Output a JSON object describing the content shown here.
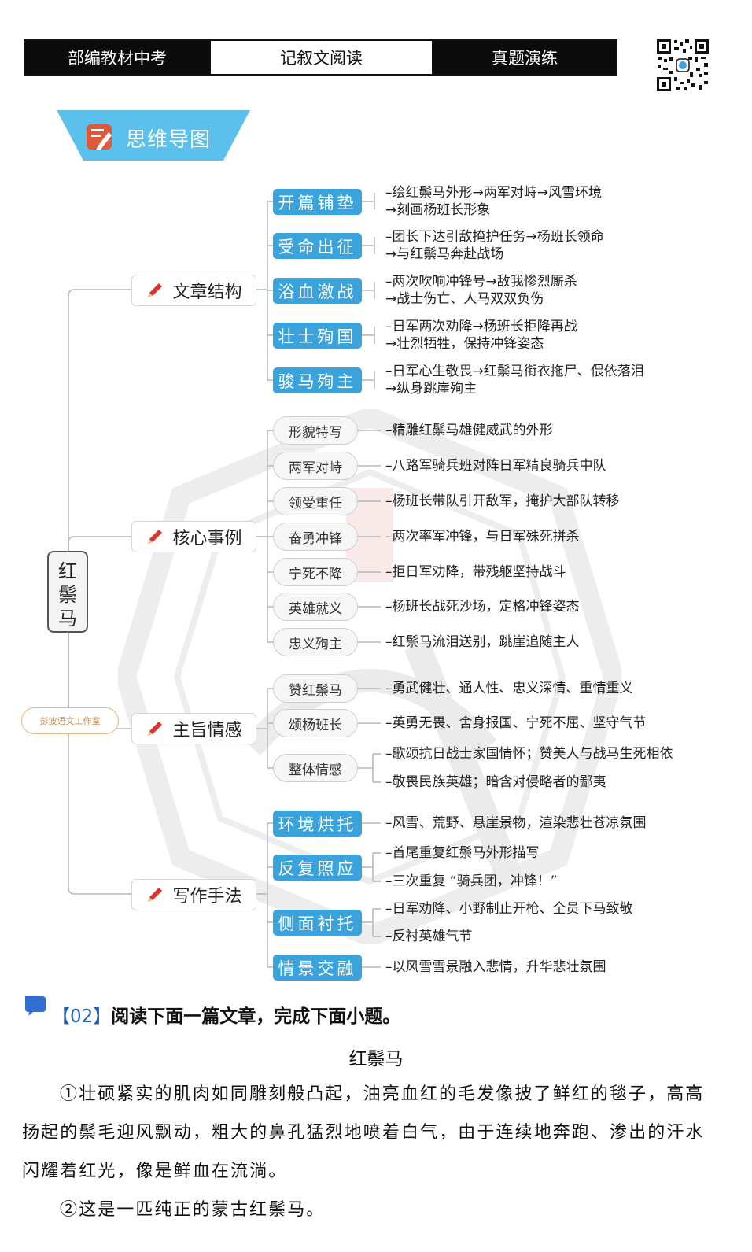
{
  "header": {
    "left": "部编教材中考",
    "middle": "记叙文阅读",
    "right": "真题演练"
  },
  "banner": "思维导图",
  "root": "红鬃马",
  "studio": "彭波语文工作室",
  "sections": [
    {
      "title": "文章结构",
      "style": "blue",
      "items": [
        {
          "label": "开篇铺垫",
          "lines": [
            "–绘红鬃马外形→两军对峙→风雪环境",
            "→刻画杨班长形象"
          ]
        },
        {
          "label": "受命出征",
          "lines": [
            "–团长下达引敌掩护任务→杨班长领命",
            "→与红鬃马奔赴战场"
          ]
        },
        {
          "label": "浴血激战",
          "lines": [
            "–两次吹响冲锋号→敌我惨烈厮杀",
            "→战士伤亡、人马双双负伤"
          ]
        },
        {
          "label": "壮士殉国",
          "lines": [
            "–日军两次劝降→杨班长拒降再战",
            "→壮烈牺牲，保持冲锋姿态"
          ]
        },
        {
          "label": "骏马殉主",
          "lines": [
            "–日军心生敬畏→红鬃马衔衣拖尸、偎依落泪",
            "→纵身跳崖殉主"
          ]
        }
      ]
    },
    {
      "title": "核心事例",
      "style": "round",
      "items": [
        {
          "label": "形貌特写",
          "lines": [
            "–精雕红鬃马雄健威武的外形"
          ]
        },
        {
          "label": "两军对峙",
          "lines": [
            "–八路军骑兵班对阵日军精良骑兵中队"
          ]
        },
        {
          "label": "领受重任",
          "lines": [
            "–杨班长带队引开敌军，掩护大部队转移"
          ]
        },
        {
          "label": "奋勇冲锋",
          "lines": [
            "–两次率军冲锋，与日军殊死拼杀"
          ]
        },
        {
          "label": "宁死不降",
          "lines": [
            "–拒日军劝降，带残躯坚持战斗"
          ]
        },
        {
          "label": "英雄就义",
          "lines": [
            "–杨班长战死沙场，定格冲锋姿态"
          ]
        },
        {
          "label": "忠义殉主",
          "lines": [
            "–红鬃马流泪送别，跳崖追随主人"
          ]
        }
      ]
    },
    {
      "title": "主旨情感",
      "style": "round",
      "items": [
        {
          "label": "赞红鬃马",
          "lines": [
            "–勇武健壮、通人性、忠义深情、重情重义"
          ]
        },
        {
          "label": "颂杨班长",
          "lines": [
            "–英勇无畏、舍身报国、宁死不屈、坚守气节"
          ]
        },
        {
          "label": "整体情感",
          "lines": [
            "–歌颂抗日战士家国情怀；赞美人与战马生死相依",
            "–敬畏民族英雄；暗含对侵略者的鄙夷"
          ]
        }
      ]
    },
    {
      "title": "写作手法",
      "style": "blue",
      "items": [
        {
          "label": "环境烘托",
          "lines": [
            "–风雪、荒野、悬崖景物，渲染悲壮苍凉氛围"
          ]
        },
        {
          "label": "反复照应",
          "lines": [
            "–首尾重复红鬃马外形描写",
            "–三次重复 “骑兵团，冲锋！”"
          ]
        },
        {
          "label": "侧面衬托",
          "lines": [
            "–日军劝降、小野制止开枪、全员下马致敬",
            "–反衬英雄气节"
          ]
        },
        {
          "label": "情景交融",
          "lines": [
            "–以风雪雪景融入悲情，升华悲壮氛围"
          ]
        }
      ]
    }
  ],
  "question": {
    "number": "【02】",
    "text": "阅读下面一篇文章，完成下面小题。"
  },
  "article": {
    "title": "红鬃马",
    "paragraphs": [
      "①壮硕紧实的肌肉如同雕刻般凸起，油亮血红的毛发像披了鲜红的毯子，高高扬起的鬃毛迎风飘动，粗大的鼻孔猛烈地喷着白气，由于连续地奔跑、渗出的汗水闪耀着红光，像是鲜血在流淌。",
      "②这是一匹纯正的蒙古红鬃马。"
    ]
  },
  "colors": {
    "header_dark": "#0b0b0b",
    "blue_node": "#3aa3dc",
    "banner_blue": "#5cc0ec",
    "pencil_red": "#d8342c",
    "question_blue": "#1f5fb8"
  }
}
